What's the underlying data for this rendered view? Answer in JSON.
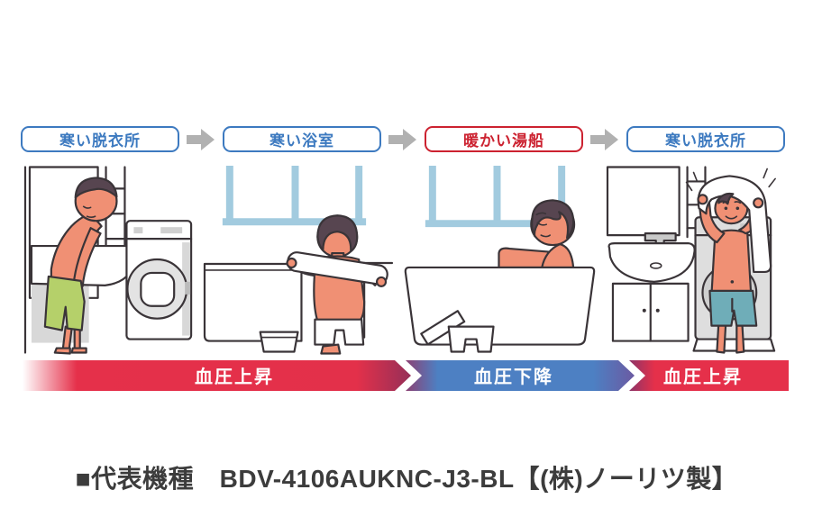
{
  "flow": {
    "steps": [
      {
        "label": "寒い脱衣所",
        "theme": "cold"
      },
      {
        "label": "寒い浴室",
        "theme": "cold"
      },
      {
        "label": "暖かい湯船",
        "theme": "warm"
      },
      {
        "label": "寒い脱衣所",
        "theme": "cold"
      }
    ],
    "colors": {
      "cold": "#3d7ac0",
      "warm": "#cc2230",
      "arrow": "#b1b1b1"
    }
  },
  "scenes": [
    {
      "name": "undressing-in-cold-dressing-room"
    },
    {
      "name": "washing-in-cold-bathroom"
    },
    {
      "name": "soaking-in-warm-bathtub"
    },
    {
      "name": "drying-off-in-cold-dressing-room"
    }
  ],
  "pressure_bar": {
    "segments": [
      {
        "label": "血圧上昇",
        "color": "#e5304a",
        "direction": "up"
      },
      {
        "label": "血圧下降",
        "color": "#4d80c3",
        "direction": "down"
      },
      {
        "label": "血圧上昇",
        "color": "#e5304a",
        "direction": "up"
      }
    ]
  },
  "caption": {
    "text": "■代表機種　BDV-4106AUKNC-J3-BL【(株)ノーリツ製】"
  }
}
